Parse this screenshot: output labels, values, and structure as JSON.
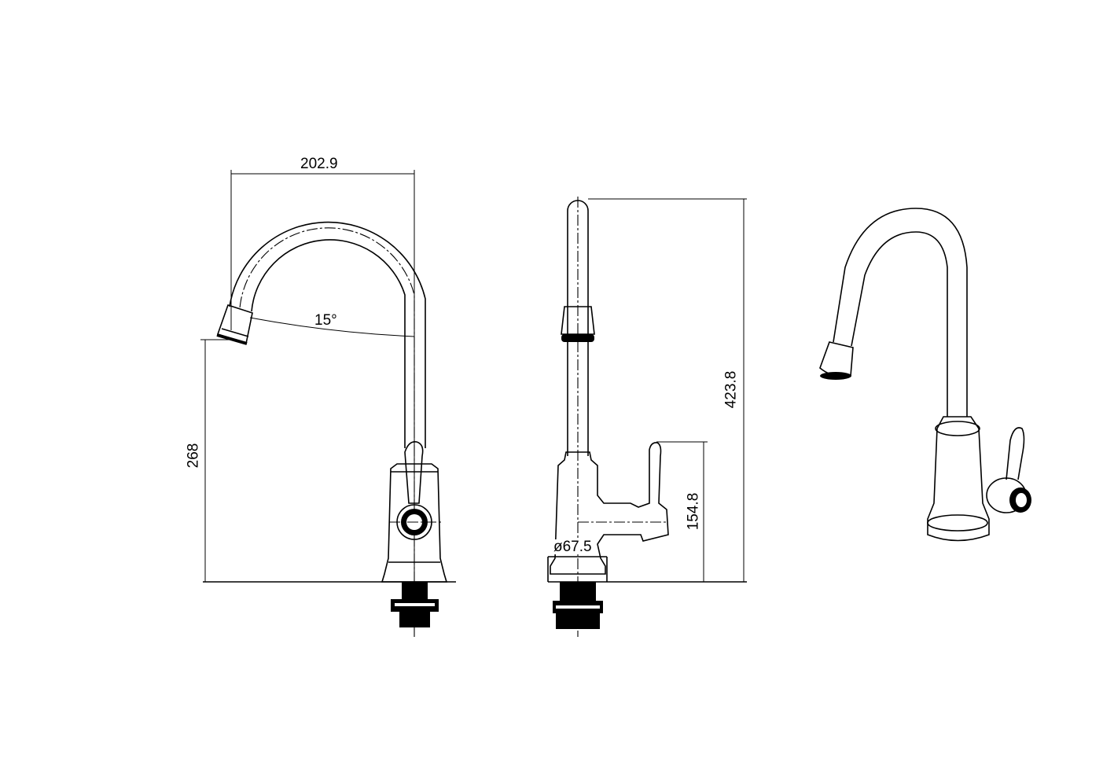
{
  "dimensions": {
    "spout_reach": "202.9",
    "spout_angle": "15°",
    "spout_height": "268",
    "total_height": "423.8",
    "handle_height": "154.8",
    "base_diameter": "ø67.5"
  },
  "colors": {
    "line": "#000000",
    "background": "#ffffff"
  }
}
